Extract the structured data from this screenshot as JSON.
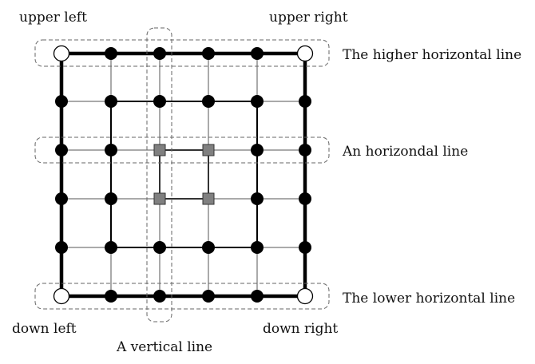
{
  "labels": {
    "upper_left": "upper left",
    "upper_right": "upper right",
    "down_left": "down left",
    "down_right": "down right",
    "higher_line": "The higher horizontal line",
    "horizontal_line": "An horizondal line",
    "lower_line": "The lower horizontal line",
    "vertical_line": "A vertical line"
  },
  "grid": {
    "rows": 6,
    "cols": 6,
    "corner_nodes": "open circles",
    "inner_square_nodes": "gray squares at rows 2-3, cols 2-3",
    "other_nodes": "filled black circles"
  },
  "colors": {
    "line": "#000000",
    "thin_line": "#555555",
    "dashed_box": "#666666",
    "square_node": "#808080",
    "open_node_fill": "#ffffff"
  }
}
